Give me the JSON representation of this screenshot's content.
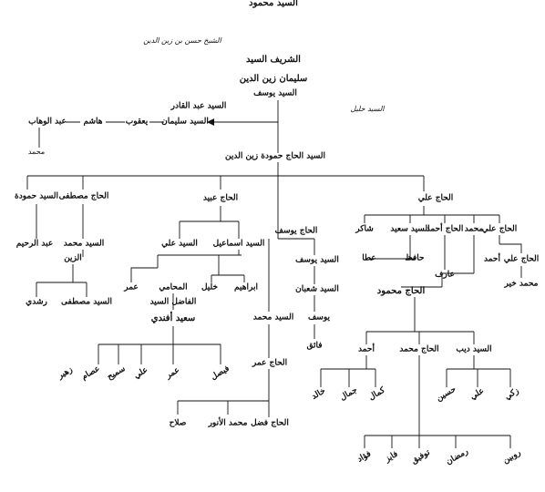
{
  "names": {
    "sayyid_mahmoud_top": "السيد محمود",
    "shaykh_hasan": "الشيخ حسن بن زين الدين",
    "sharif_sayyid": "الشريف السيد",
    "sulayman": "سليمان زين الدين",
    "sayyid_yusuf_root": "السيد يوسف",
    "sayyid_khalil": "السيد خليل",
    "sayyid_abd_alqadir": "السيد عبد القادر",
    "sayyid_sulayman": "السيد سليمان",
    "yaqub": "يعقوب",
    "hashim": "هاشم",
    "abd_alwahhab": "عبد الوهاب",
    "muhammad_small": "محمد",
    "hajj_hammouda": "السيد الحاج حمودة زين الدين",
    "sayyid_hammouda": "السيد حمودة",
    "hajj_mustafa": "الحاج مصطفى",
    "hajj_ubayd": "الحاج عبيد",
    "hajj_ali": "الحاج علي",
    "hajj_yusuf": "الحاج يوسف",
    "abd_alrahim": "عبد الرحيم",
    "sayyid_muhammad_m": "السيد محمد",
    "al_zayn": "الزين",
    "rushdi": "رشدي",
    "sayyid_mustafa": "السيد مصطفى",
    "sayyid_ali_u": "السيد علي",
    "sayyid_ismail": "السيد اسماعيل",
    "umar_u": "عمر",
    "al_muhami": "المحامي",
    "khalil_i": "خليل",
    "ibrahim_i": "ابراهيم",
    "al_fadil": "الفاضل السيد",
    "saeed_afandi": "سعيد أفندي",
    "faysal": "فيصل",
    "umar_s": "عمر",
    "ali_s": "علي",
    "samih": "سميح",
    "isam": "عصام",
    "zuhayr": "زهير",
    "sayyid_yusuf_y": "السيد يوسف",
    "sayyid_shaban": "السيد شعبان",
    "yusuf_s": "يوسف",
    "faiq": "فائق",
    "sayyid_muhammad_y": "السيد محمد",
    "hajj_umar": "الحاج عمر",
    "hajj_fadl": "الحاج فضل",
    "muhammad_anwar": "محمد الأنور",
    "salah": "صلاح",
    "shakir": "شاكر",
    "sayyid_saeed": "السيد سعيد",
    "hajj_ahmad": "الحاج أحمد",
    "muhammad_a": "محمد",
    "hafiz": "حافظ",
    "ata": "عطا",
    "arif": "عارف",
    "ahmad_m": "أحمد",
    "hajj_ali_m": "الحاج علي",
    "muhammad_khayr": "محمد خير",
    "hajj_mahmoud": "الحاج محمود",
    "ahmad_h": "أحمد",
    "hajj_muhammad_h": "الحاج محمد",
    "sayyid_dib": "السيد ديب",
    "khalid": "خالد",
    "jamal": "جمال",
    "kamal": "كمال",
    "husayn": "حسين",
    "ali_d": "علي",
    "zaki": "زكي",
    "fuad": "فؤاد",
    "fayiz": "فايز",
    "tawfiq": "توفيق",
    "ramadan": "رمضان",
    "rubin": "روبين"
  }
}
